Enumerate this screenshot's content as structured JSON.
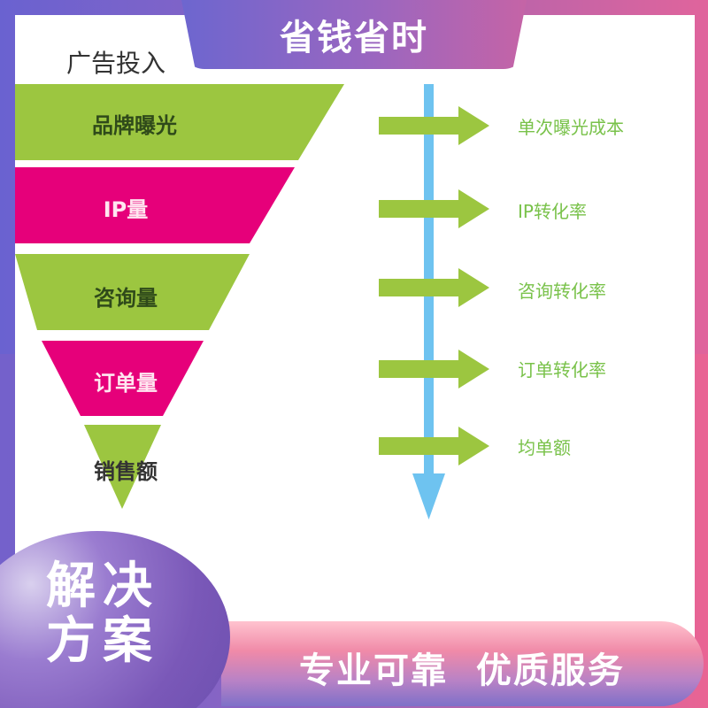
{
  "header": {
    "title": "省钱省时",
    "heading": "广告投入"
  },
  "funnel": {
    "stages": [
      {
        "label": "品牌曝光",
        "color": "#9cc640"
      },
      {
        "label": "IP量",
        "color": "#e6007a"
      },
      {
        "label": "咨询量",
        "color": "#9cc640"
      },
      {
        "label": "订单量",
        "color": "#e6007a"
      },
      {
        "label": "销售额",
        "color": "#9cc640"
      }
    ]
  },
  "metrics": {
    "items": [
      {
        "label": "单次曝光成本"
      },
      {
        "label": "IP转化率"
      },
      {
        "label": "咨询转化率"
      },
      {
        "label": "订单转化率"
      },
      {
        "label": "均单额"
      }
    ],
    "arrow_color": "#9cc640",
    "axis_color": "#6ec3f0"
  },
  "footer": {
    "solution": "解决方案",
    "solution_line1": "解决",
    "solution_line2": "方案",
    "slogan": "专业可靠  优质服务"
  }
}
